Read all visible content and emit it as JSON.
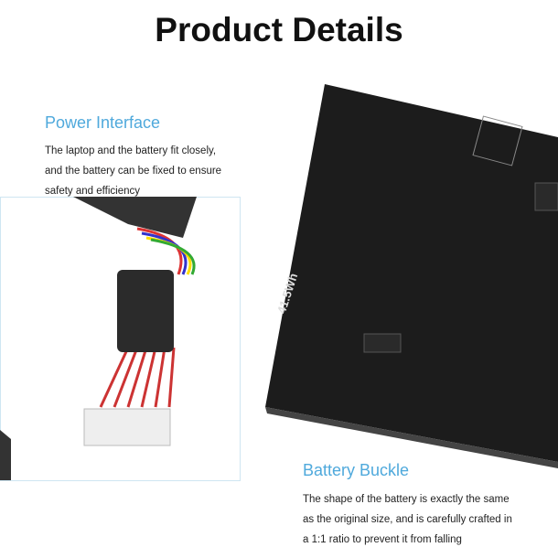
{
  "title": "Product Details",
  "sections": [
    {
      "heading": "Power Interface",
      "lines": [
        "The laptop and the battery fit closely,",
        "and the battery can be fixed to ensure",
        "safety and efficiency"
      ]
    },
    {
      "heading": "Battery Buckle",
      "lines": [
        "The shape of the battery is exactly the same",
        "as the original size, and is carefully crafted in",
        "a 1:1 ratio to prevent it from falling"
      ]
    }
  ],
  "battery_label": "41.5Wh"
}
